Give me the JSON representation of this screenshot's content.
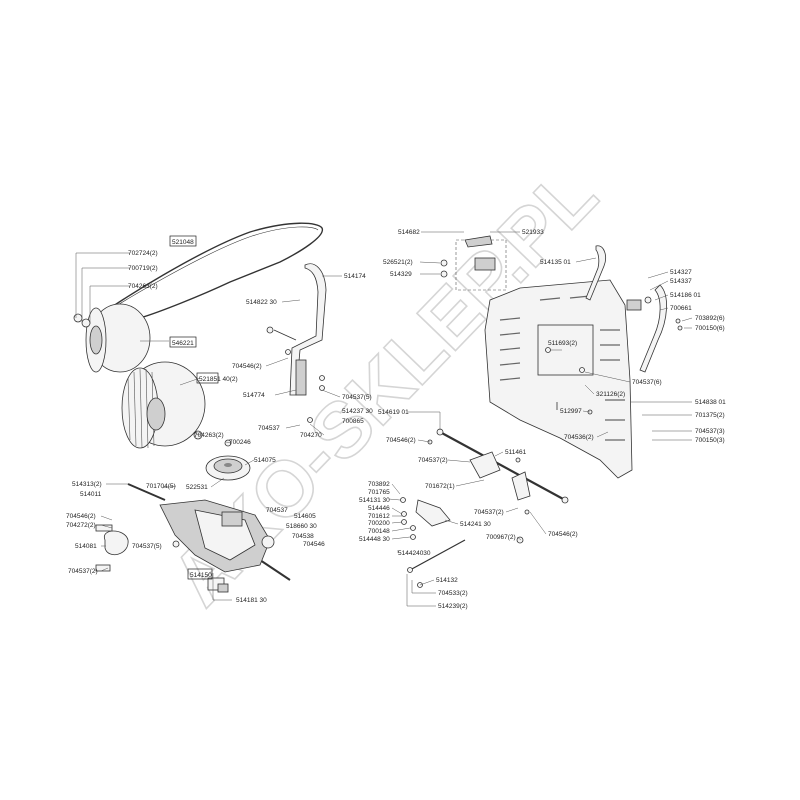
{
  "watermark": "AKO-SKLEP.PL",
  "labels": {
    "l521048": "521048",
    "l702724": "702724(2)",
    "l700719": "700719(2)",
    "l704263a": "704263(2)",
    "l546221": "546221",
    "l521851": "521851 40(2)",
    "l704263b": "704263(2)",
    "l700246": "700246",
    "l514075": "514075",
    "l514174": "514174",
    "l514822": "514822 30",
    "l704546a": "704546(2)",
    "l514774": "514774",
    "l704537a": "704537(5)",
    "l704537b": "704537",
    "l704270": "704270",
    "l514237": "514237 30",
    "l700865": "700865",
    "l514313": "514313(2)",
    "l514011": "514011",
    "l701704": "701704(5)",
    "l522531": "522531",
    "l704546b": "704546(2)",
    "l704272": "704272(2)",
    "l514081": "514081",
    "l704537c": "704537(5)",
    "l704537d": "704537(2)",
    "l704537e": "704537",
    "l514605": "514605",
    "l518660": "518660 30",
    "l704538": "704538",
    "l704546c": "704546",
    "l514150": "514150",
    "l514181": "514181 30",
    "l514682": "514682",
    "l521933": "521933",
    "l526521": "526521(2)",
    "l514329": "514329",
    "l514135": "514135 01",
    "l514327": "514327",
    "l514337": "514337",
    "l514186": "514186 01",
    "l700661": "700661",
    "l703892a": "703892(6)",
    "l700150a": "700150(6)",
    "l511693": "511693(2)",
    "l704537f": "704537(6)",
    "l321126": "321126(2)",
    "l514838": "514838 01",
    "l512997": "512997",
    "l701375": "701375(2)",
    "l704536": "704536(2)",
    "l704537g": "704537(3)",
    "l700150b": "700150(3)",
    "l514619": "514619 01",
    "l704546d": "704546(2)",
    "l704537h": "704537(2)",
    "l511461": "511461",
    "l703892b": "703892",
    "l701765": "701765",
    "l701672": "701672(1)",
    "l514131": "514131 30",
    "l514446": "514446",
    "l701612": "701612",
    "l700200": "700200",
    "l700148": "700148",
    "l514448": "514448 30",
    "l514241": "514241 30",
    "l514424": "514424030",
    "l704537i": "704537(2)",
    "l700967": "700967(2)",
    "l704546e": "704546(2)",
    "l514132": "514132",
    "l704533": "704533(2)",
    "l514239": "514239(2)"
  }
}
